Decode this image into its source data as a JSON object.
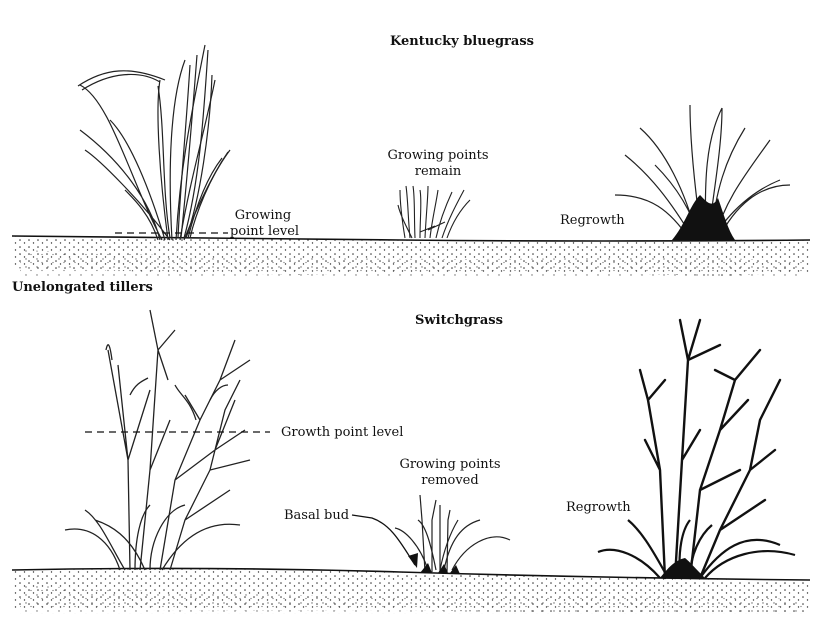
{
  "top_panel": {
    "title": "Kentucky bluegrass",
    "growing_point_level": [
      "Growing",
      "point level"
    ],
    "growing_points_remain": [
      "Growing points",
      "remain"
    ],
    "regrowth": "Regrowth"
  },
  "section_label": "Unelongated tillers",
  "bottom_panel": {
    "title": "Switchgrass",
    "growth_point_level": "Growth point level",
    "growing_points_removed": [
      "Growing points",
      "removed"
    ],
    "basal_bud": "Basal bud",
    "regrowth": "Regrowth"
  }
}
